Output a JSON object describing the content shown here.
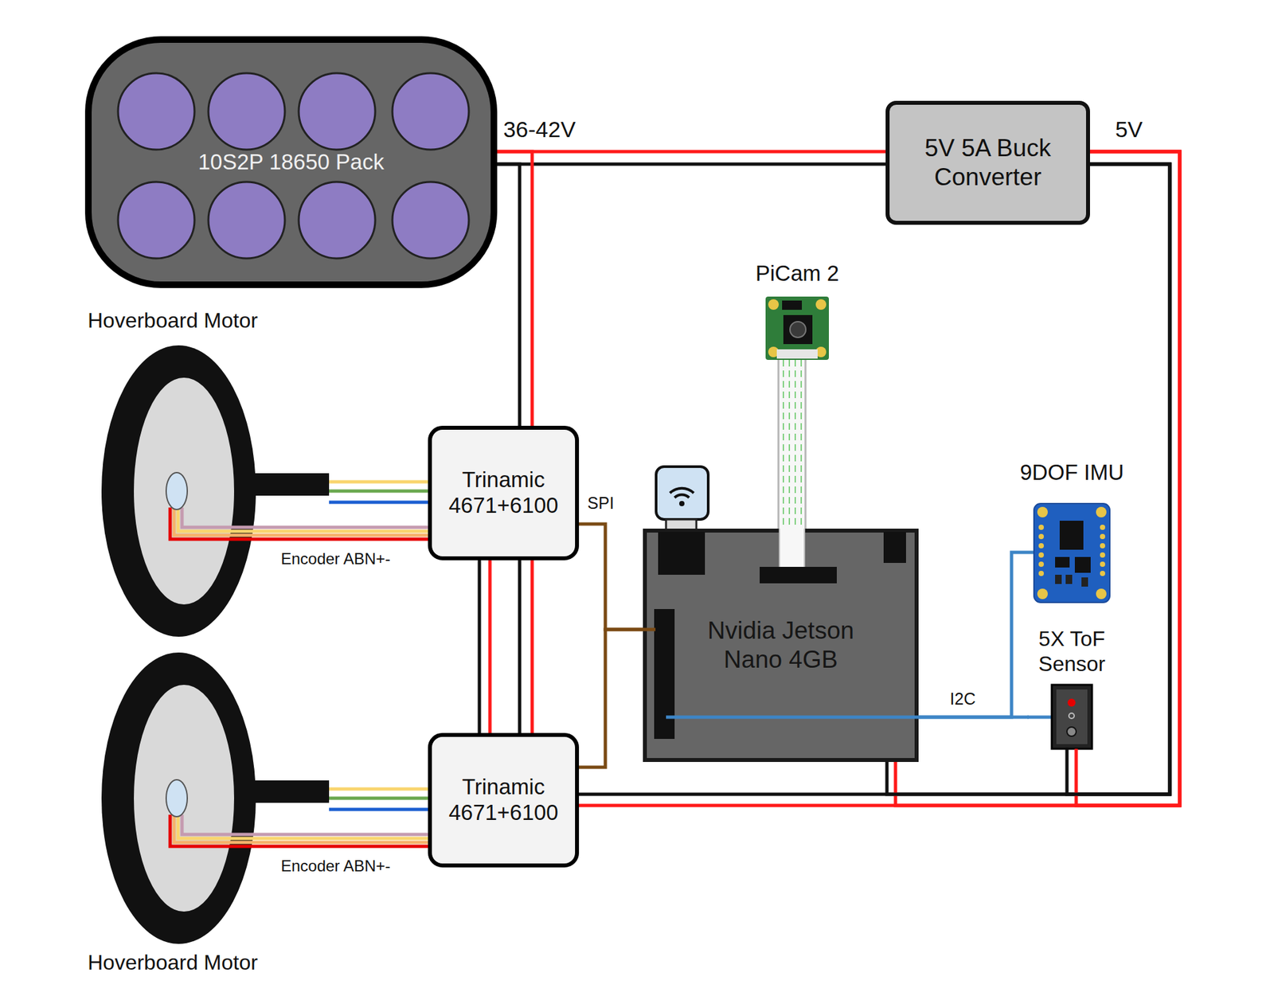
{
  "diagram": {
    "nodes": [
      {
        "text": [
          "10S2P 18650 Pack"
        ]
      },
      {
        "text": [
          "5V 5A Buck Converter"
        ]
      },
      {
        "text": [
          "Hoverboard Motor"
        ]
      },
      {
        "text": [
          "Trinamic 4671+6100"
        ]
      },
      {
        "text": [
          "Hoverboard Motor"
        ]
      },
      {
        "text": [
          "Trinamic 4671+6100"
        ]
      },
      {
        "text": [
          "PiCam 2"
        ]
      },
      {
        "text": [
          "Nvidia Jetson Nano 4GB"
        ]
      },
      {
        "text": [
          "9DOF IMU"
        ]
      },
      {
        "text": [
          "5X ToF Sensor"
        ]
      }
    ],
    "edges": [
      {
        "from": 0,
        "to": 1,
        "arrow": "none"
      },
      {
        "from": 0,
        "to": 3,
        "arrow": "none"
      },
      {
        "from": 3,
        "to": 5,
        "arrow": "none"
      },
      {
        "from": 1,
        "to": 5,
        "arrow": "none"
      },
      {
        "from": 1,
        "to": 7,
        "arrow": "none"
      },
      {
        "from": 1,
        "to": 9,
        "arrow": "none"
      },
      {
        "from": 2,
        "to": 3,
        "arrow": "none",
        "label": "Encoder ABN+-"
      },
      {
        "from": 4,
        "to": 5,
        "arrow": "none",
        "label": "Encoder ABN+-"
      },
      {
        "from": 3,
        "to": 7,
        "arrow": "none",
        "label": "SPI"
      },
      {
        "from": 5,
        "to": 7,
        "arrow": "none"
      },
      {
        "from": 6,
        "to": 7,
        "arrow": "none"
      },
      {
        "from": 7,
        "to": 8,
        "arrow": "none"
      },
      {
        "from": 7,
        "to": 9,
        "arrow": "none",
        "label": "I2C"
      }
    ],
    "labels": [
      "36-42V",
      "5V"
    ]
  }
}
